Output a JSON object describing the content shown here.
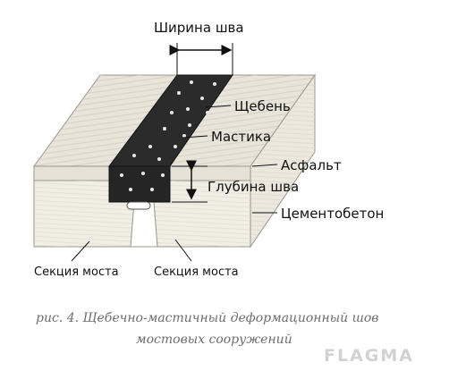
{
  "labels": {
    "seam_width": "Ширина шва",
    "crushed_stone": "Щебень",
    "mastic": "Мастика",
    "asphalt": "Асфальт",
    "seam_depth": "Глубина шва",
    "cement_concrete": "Цементобетон",
    "bridge_section_left": "Секция моста",
    "bridge_section_right": "Секция моста"
  },
  "caption": {
    "line1": "рис. 4.  Щебечно-мастичный деформационный шов",
    "line2": "мостовых сооружений"
  },
  "watermark": "FLAGMA"
}
